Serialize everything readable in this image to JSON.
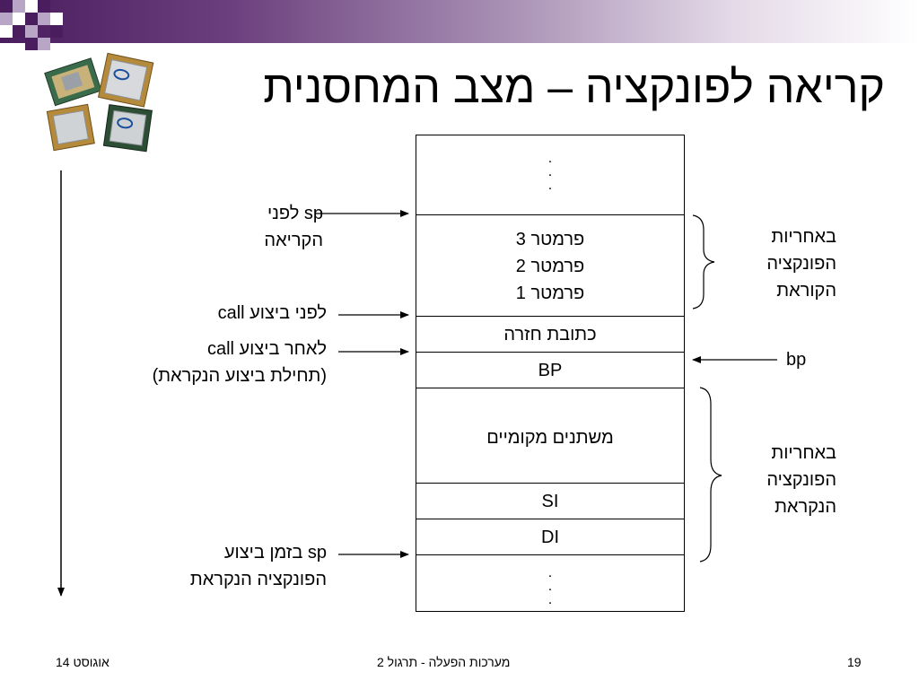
{
  "title": "קריאה לפונקציה – מצב המחסנית",
  "stack_cells": {
    "top_dots": ".\n.\n.",
    "param3": "פרמטר 3",
    "param2": "פרמטר 2",
    "param1": "פרמטר 1",
    "return_address": "כתובת חזרה",
    "bp": "BP",
    "locals": "משתנים מקומיים",
    "si": "SI",
    "di": "DI",
    "bottom_dots": ".\n.\n."
  },
  "left_labels": {
    "sp_before_call_line1": "sp לפני",
    "sp_before_call_line2": "הקריאה",
    "before_call": "לפני ביצוע call",
    "after_call_line1": "לאחר ביצוע call",
    "after_call_line2": "(תחילת ביצוע הנקראת)",
    "sp_during_line1": "sp בזמן ביצוע",
    "sp_during_line2": "הפונקציה הנקראת"
  },
  "right_labels": {
    "caller_line1": "באחריות",
    "caller_line2": "הפונקציה",
    "caller_line3": "הקוראת",
    "bp_label": "bp",
    "callee_line1": "באחריות",
    "callee_line2": "הפונקציה",
    "callee_line3": "הנקראת"
  },
  "footer": {
    "date": "אוגוסט 14",
    "course": "מערכות הפעלה - תרגול 2",
    "page": "19"
  },
  "colors": {
    "accent_purple": "#4a1e5e",
    "light_purple": "#b9a6c6"
  },
  "icons": [
    "cpu-chips-image"
  ]
}
